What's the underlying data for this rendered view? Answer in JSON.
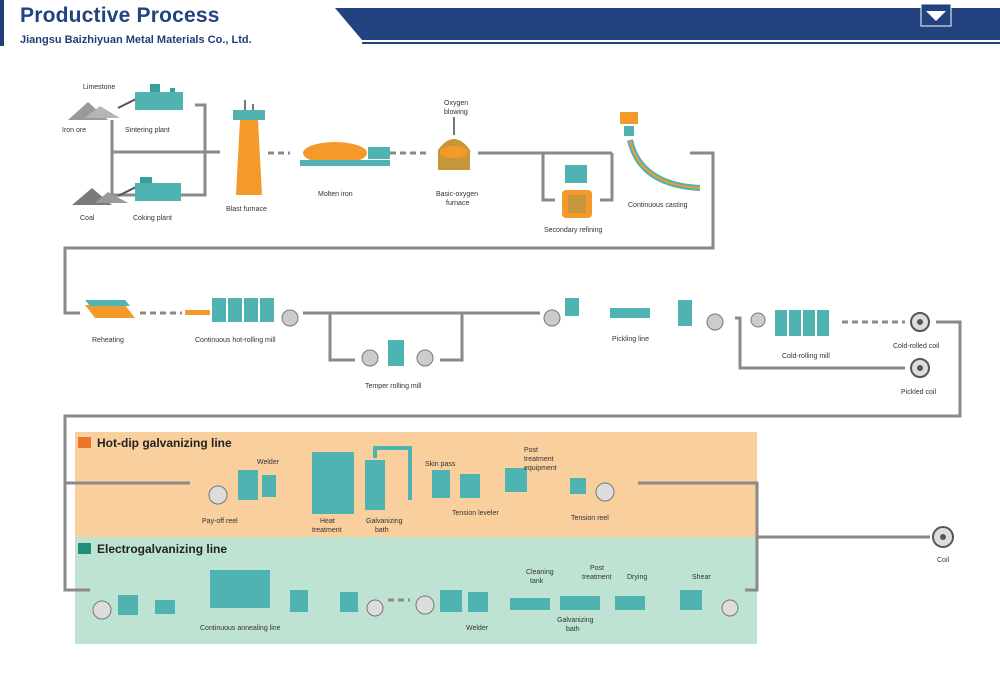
{
  "header": {
    "title": "Productive Process",
    "company": "Jiangsu Baizhiyuan Metal Materials Co., Ltd.",
    "brand_color": "#1f3f7a"
  },
  "sections": {
    "hot_dip": "Hot-dip galvanizing line",
    "electro": "Electrogalvanizing line"
  },
  "labels": {
    "limestone": "Limestone",
    "iron_ore": "Iron ore",
    "sintering": "Sintering plant",
    "coal": "Coal",
    "coking": "Coking plant",
    "blast": "Blast furnace",
    "molten": "Molten iron",
    "oxygen1": "Oxygen",
    "oxygen2": "blowing",
    "bof1": "Basic-oxygen",
    "bof2": "furnace",
    "secondary": "Secondary refining",
    "casting": "Continuous casting",
    "reheating": "Reheating",
    "hotrolling": "Continuous hot-rolling mill",
    "temper": "Temper rolling mill",
    "pickling": "Pickling line",
    "coldmill": "Cold-rolling mill",
    "coldcoil": "Cold-rolled coil",
    "pickledcoil": "Pickled coil",
    "welder": "Welder",
    "payoff": "Pay-off reel",
    "heat1": "Heat",
    "heat2": "treatment",
    "galv1": "Galvanizing",
    "galv2": "bath",
    "skinpass": "Skin pass",
    "post1": "Post",
    "post2": "treatment",
    "post3": "equipment",
    "tensionlev": "Tension leveler",
    "tensionreel": "Tension reel",
    "coil": "Coil",
    "annealing": "Continuous annealing line",
    "welder2": "Welder",
    "clean1": "Cleaning",
    "clean2": "tank",
    "post_b1": "Post",
    "post_b2": "treatment",
    "drying": "Drying",
    "shear": "Shear",
    "galv_b1": "Galvanizing",
    "galv_b2": "bath"
  },
  "colors": {
    "flow_line": "#8a8a8a",
    "hot_dip_bg": "#f8cf9d",
    "electro_bg": "#bfe3d2",
    "equipment": "#4fb3b2",
    "molten": "#f39a2b",
    "section_marker": "#e9762b"
  }
}
